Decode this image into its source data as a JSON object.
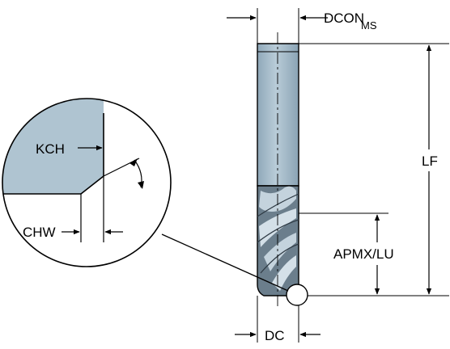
{
  "labels": {
    "dcon": "DCON",
    "dcon_subscript": "MS",
    "lf": "LF",
    "apmx_lu": "APMX/LU",
    "dc": "DC",
    "kch": "KCH",
    "chw": "CHW"
  },
  "colors": {
    "line": "#000000",
    "shank_fill": "#a9c0cf",
    "flute_dark": "#5a6d7c",
    "flute_light": "#c4d3dd",
    "chamfer_fill": "#afc4d1"
  }
}
